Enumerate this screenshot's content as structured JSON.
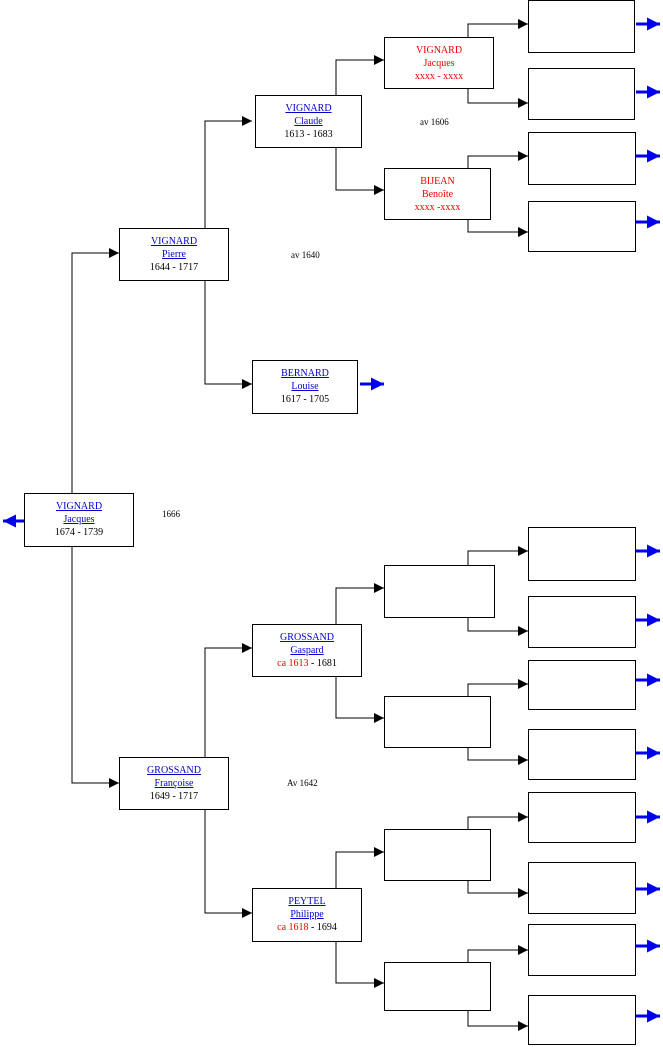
{
  "colors": {
    "link": "#0000cc",
    "red": "#ee0000",
    "arrow_blue": "#0000ee",
    "line": "#000000"
  },
  "root": {
    "surname": "VIGNARD",
    "given": "Jacques",
    "dates": "1674 - 1739",
    "marriage": "1666"
  },
  "father": {
    "surname": "VIGNARD",
    "given": "Pierre",
    "dates": "1644 - 1717",
    "marriage": "av 1640"
  },
  "mother": {
    "surname": "GROSSAND",
    "given": "Françoise",
    "dates": "1649 - 1717",
    "marriage": "Av 1642"
  },
  "pgf": {
    "surname": "VIGNARD",
    "given": "Claude",
    "dates": "1613 - 1683",
    "marriage": "av 1606"
  },
  "pgm": {
    "surname": "BERNARD",
    "given": "Louise",
    "dates": "1617 - 1705"
  },
  "mgf": {
    "surname": "GROSSAND",
    "given": "Gaspard",
    "ca": "ca 1613",
    "dates_rest": " - 1681"
  },
  "mgm": {
    "surname": "PEYTEL",
    "given": "Philippe",
    "ca": "ca 1618",
    "dates_rest": " - 1694"
  },
  "ggf1": {
    "surname": "VIGNARD",
    "given": "Jacques",
    "dates": "xxxx - xxxx"
  },
  "ggm1": {
    "surname": "BIJEAN",
    "given": "Benoîte",
    "dates": "xxxx -xxxx"
  }
}
